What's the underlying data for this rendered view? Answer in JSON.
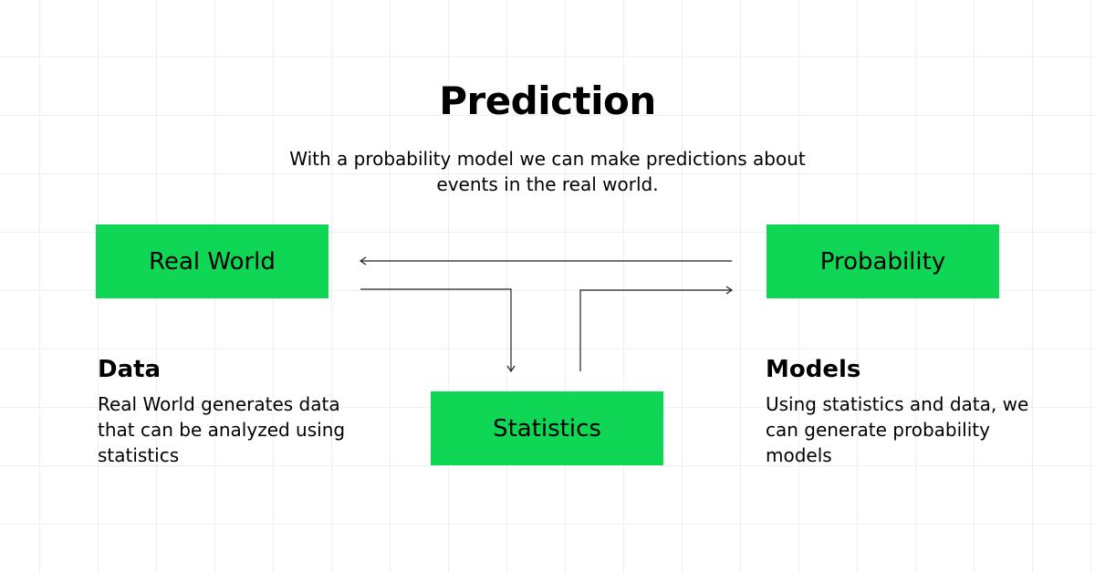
{
  "title": "Prediction",
  "subtitle": "With a probability model we can make predictions about events in the real world.",
  "nodes": {
    "real_world": "Real World",
    "probability": "Probability",
    "statistics": "Statistics"
  },
  "captions": {
    "data": {
      "heading": "Data",
      "text": "Real World generates data that can be analyzed using statistics"
    },
    "models": {
      "heading": "Models",
      "text": "Using statistics and data, we can generate probability models"
    }
  },
  "colors": {
    "box_fill": "#0fd654",
    "grid": "#efefef",
    "arrow": "#222222"
  }
}
